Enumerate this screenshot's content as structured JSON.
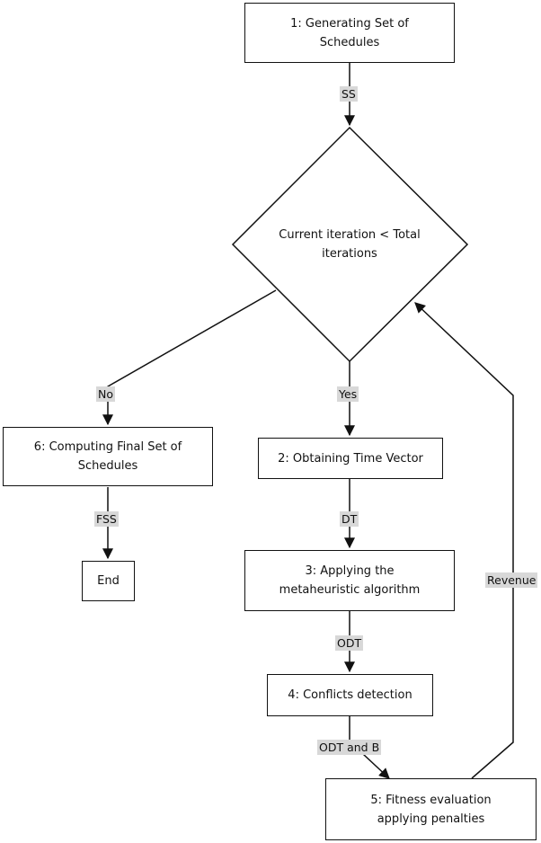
{
  "nodes": {
    "n1": "1: Generating Set of Schedules",
    "decision": "Current iteration < Total iterations",
    "n2": "2: Obtaining Time Vector",
    "n3": "3: Applying the metaheuristic algorithm",
    "n4": "4: Conflicts detection",
    "n5": "5: Fitness evaluation applying penalties",
    "n6": "6: Computing Final Set of Schedules",
    "end": "End"
  },
  "edges": {
    "ss": "SS",
    "no": "No",
    "yes": "Yes",
    "fss": "FSS",
    "dt": "DT",
    "odt": "ODT",
    "odt_b": "ODT and B",
    "revenue": "Revenue"
  }
}
